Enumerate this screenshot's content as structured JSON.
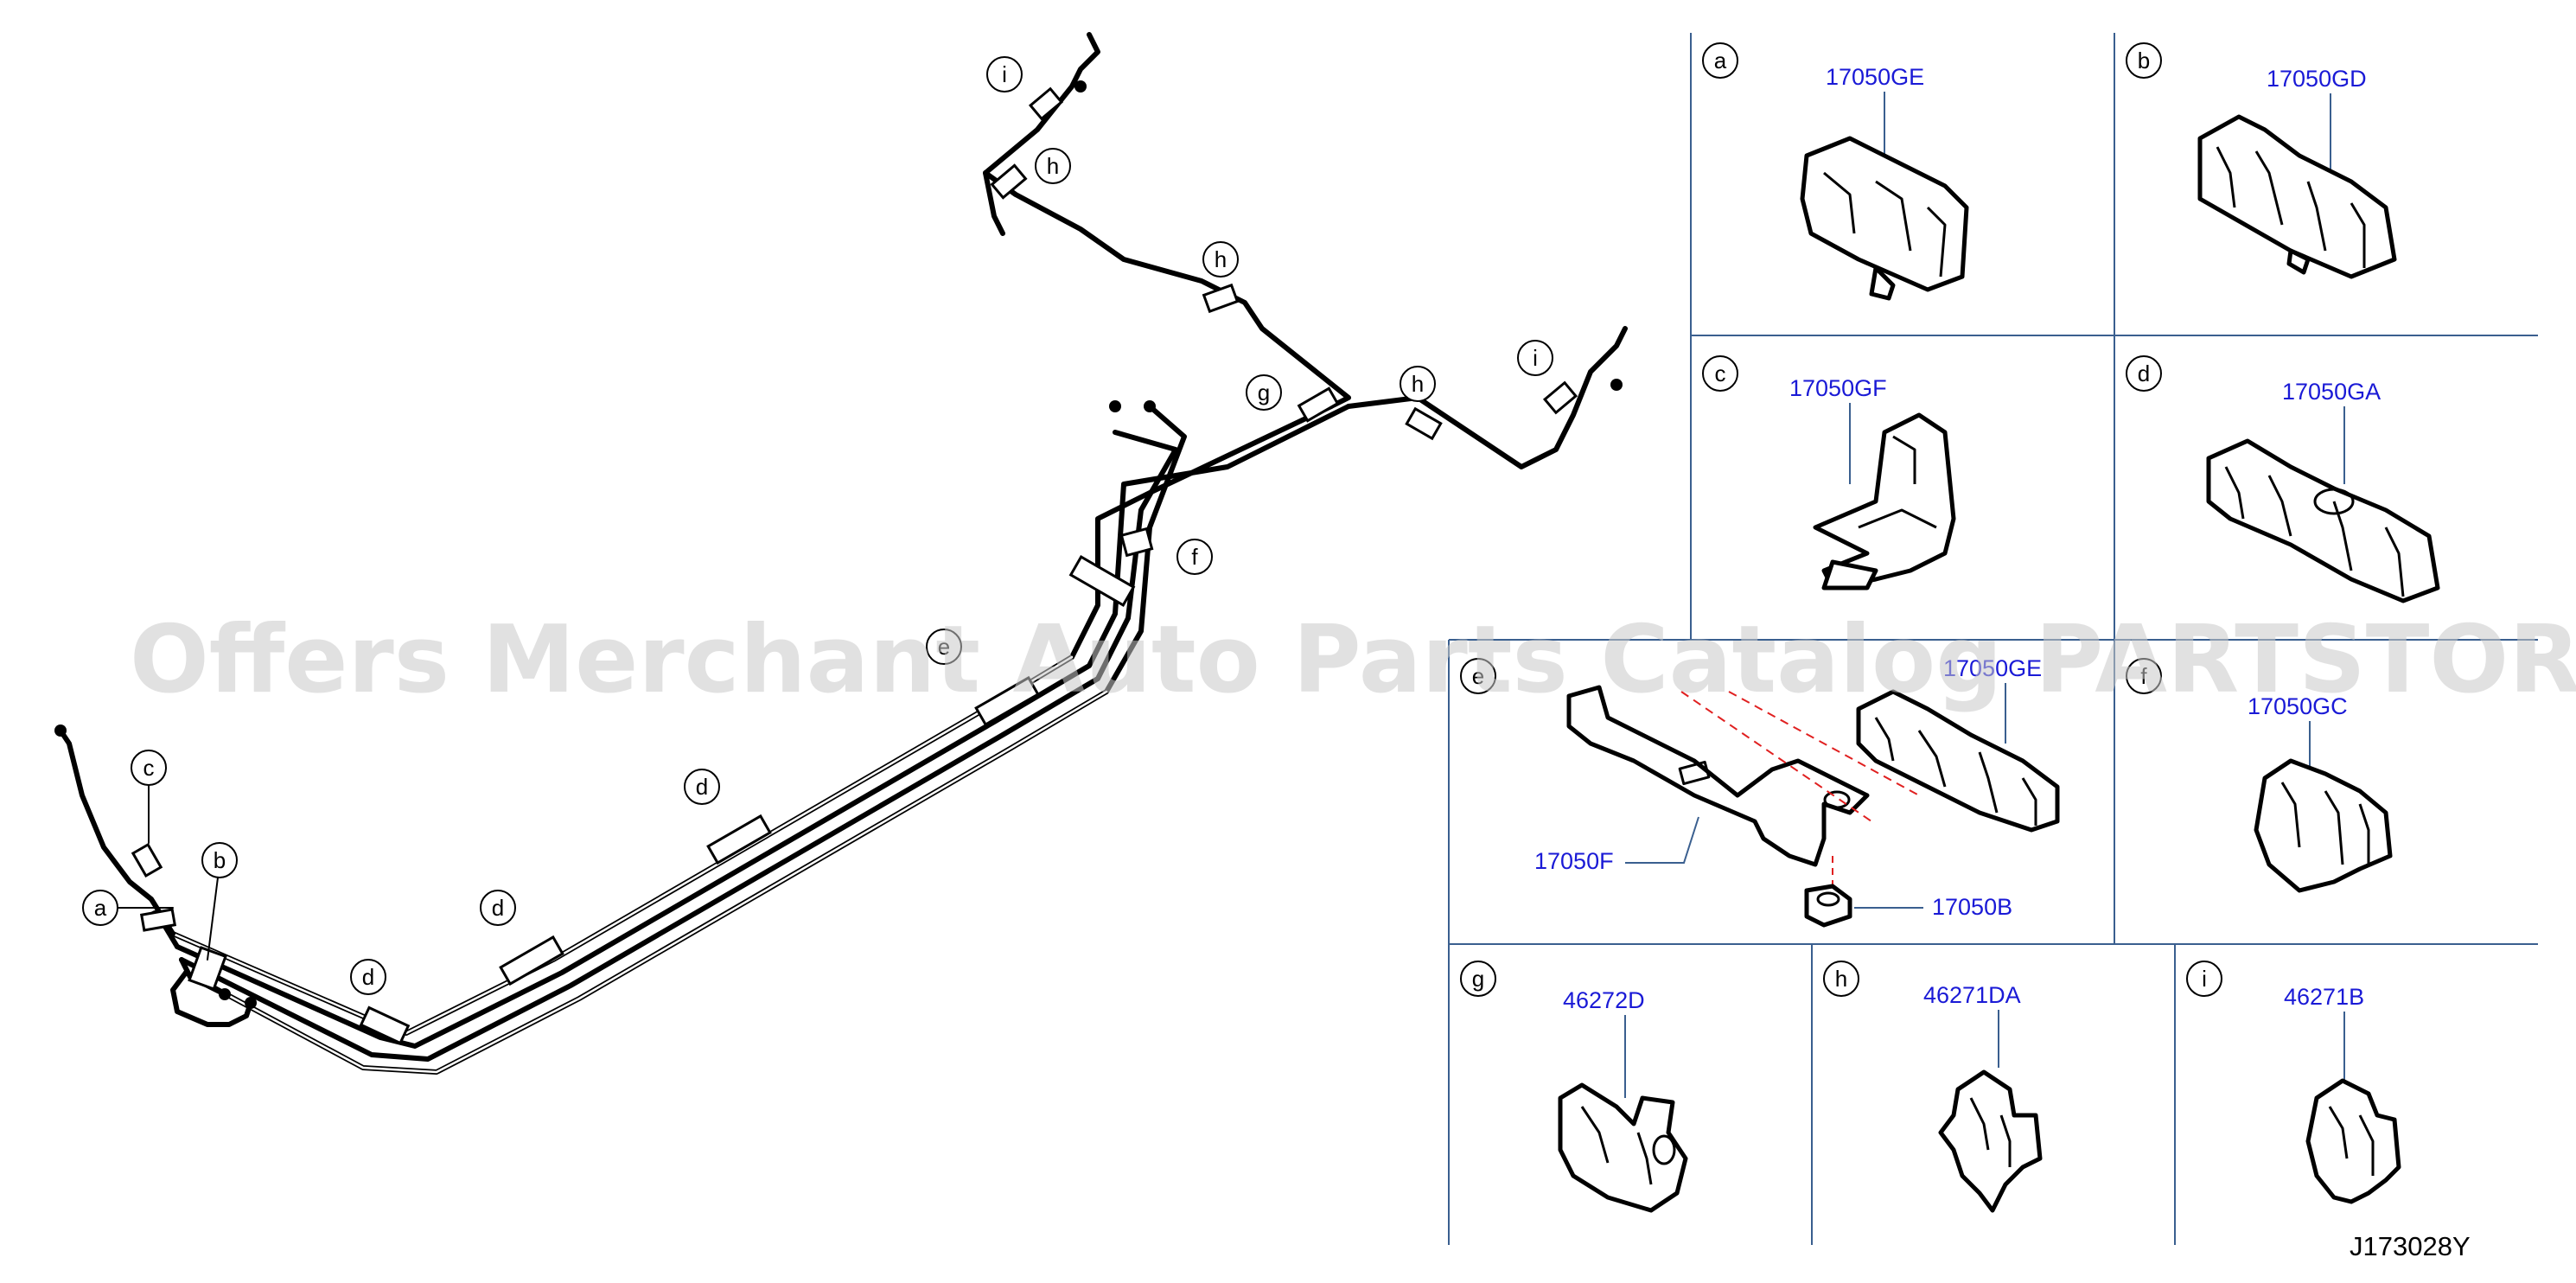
{
  "diagram": {
    "code": "J173028Y",
    "watermark": "Offers Merchant Auto Parts Catalog PARTSTORE.SA",
    "accent_color": "#1a1ad6",
    "grid_color": "#3a5f8f"
  },
  "main_callouts": {
    "c": "c",
    "b": "b",
    "a": "a",
    "d1": "d",
    "d2": "d",
    "d3": "d",
    "e": "e",
    "f": "f",
    "g": "g",
    "h1": "h",
    "h2": "h",
    "h3": "h",
    "i1": "i",
    "i2": "i"
  },
  "panels": {
    "a": {
      "letter": "a",
      "part": "17050GE",
      "icon": "pipe-clip-icon"
    },
    "b": {
      "letter": "b",
      "part": "17050GD",
      "icon": "pipe-clip-icon"
    },
    "c": {
      "letter": "c",
      "part": "17050GF",
      "icon": "pipe-clip-icon"
    },
    "d": {
      "letter": "d",
      "part": "17050GA",
      "icon": "pipe-clip-icon"
    },
    "e": {
      "letter": "e",
      "part": "17050GE",
      "bracket_part": "17050F",
      "nut_part": "17050B",
      "icon": "bracket-icon"
    },
    "f": {
      "letter": "f",
      "part": "17050GC",
      "icon": "pipe-clip-icon"
    },
    "g": {
      "letter": "g",
      "part": "46272D",
      "icon": "pipe-clip-icon"
    },
    "h": {
      "letter": "h",
      "part": "46271DA",
      "icon": "pipe-clip-icon"
    },
    "i": {
      "letter": "i",
      "part": "46271B",
      "icon": "pipe-clip-icon"
    }
  }
}
